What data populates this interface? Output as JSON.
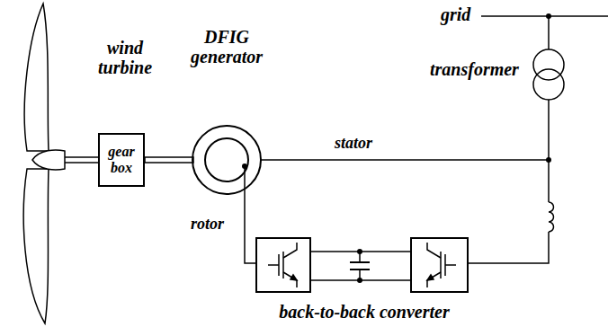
{
  "diagram": {
    "nodes": [
      {
        "text": [
          "gear box"
        ]
      },
      {
        "text": [
          "DFIG generator"
        ]
      }
    ],
    "edges": [
      {
        "from": 0,
        "to": 1,
        "arrow": "none"
      }
    ],
    "labels": [
      "wind turbine",
      "stator",
      "rotor",
      "grid",
      "transformer",
      "back-to-back converter"
    ]
  }
}
